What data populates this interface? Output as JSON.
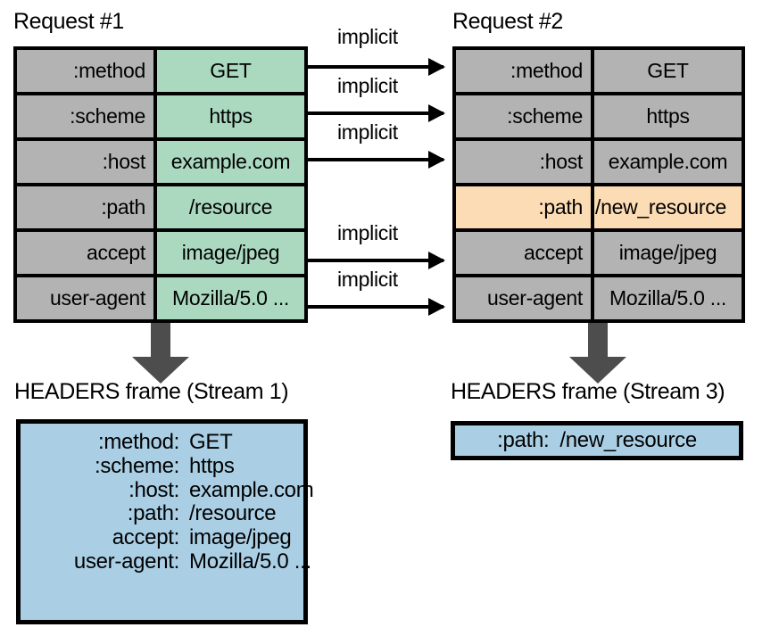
{
  "diagram": {
    "title": "HTTP/2 implicit header reuse across two requests",
    "colors": {
      "header_name_cell": "#b3b3b3",
      "new_value_cell": "#aad9c0",
      "changed_row": "#fcdcb4",
      "frame_box": "#aacfe5",
      "arrow_gray": "#4d4d4d",
      "outline": "#000000"
    }
  },
  "request_1": {
    "caption": "Request #1",
    "rows": [
      {
        "name": ":method",
        "value": "GET"
      },
      {
        "name": ":scheme",
        "value": "https"
      },
      {
        "name": ":host",
        "value": "example.com"
      },
      {
        "name": ":path",
        "value": "/resource"
      },
      {
        "name": "accept",
        "value": "image/jpeg"
      },
      {
        "name": "user-agent",
        "value": "Mozilla/5.0 ..."
      }
    ]
  },
  "request_2": {
    "caption": "Request #2",
    "rows": [
      {
        "name": ":method",
        "value": "GET",
        "changed": false
      },
      {
        "name": ":scheme",
        "value": "https",
        "changed": false
      },
      {
        "name": ":host",
        "value": "example.com",
        "changed": false
      },
      {
        "name": ":path",
        "value": "/new_resource",
        "changed": true
      },
      {
        "name": "accept",
        "value": "image/jpeg",
        "changed": false
      },
      {
        "name": "user-agent",
        "value": "Mozilla/5.0 ...",
        "changed": false
      }
    ]
  },
  "implicit_arrows": [
    {
      "label": "implicit",
      "from_row": ":method"
    },
    {
      "label": "implicit",
      "from_row": ":scheme"
    },
    {
      "label": "implicit",
      "from_row": ":host"
    },
    {
      "label": "implicit",
      "from_row": "accept"
    },
    {
      "label": "implicit",
      "from_row": "user-agent"
    }
  ],
  "frame_stream_1": {
    "caption": "HEADERS frame (Stream 1)",
    "lines": [
      {
        "key": ":method:",
        "value": "GET"
      },
      {
        "key": ":scheme:",
        "value": "https"
      },
      {
        "key": ":host:",
        "value": "example.com"
      },
      {
        "key": ":path:",
        "value": "/resource"
      },
      {
        "key": "accept:",
        "value": "image/jpeg"
      },
      {
        "key": "user-agent:",
        "value": "Mozilla/5.0 ..."
      }
    ]
  },
  "frame_stream_3": {
    "caption": "HEADERS frame (Stream 3)",
    "lines": [
      {
        "key": ":path:",
        "value": "/new_resource"
      }
    ]
  }
}
